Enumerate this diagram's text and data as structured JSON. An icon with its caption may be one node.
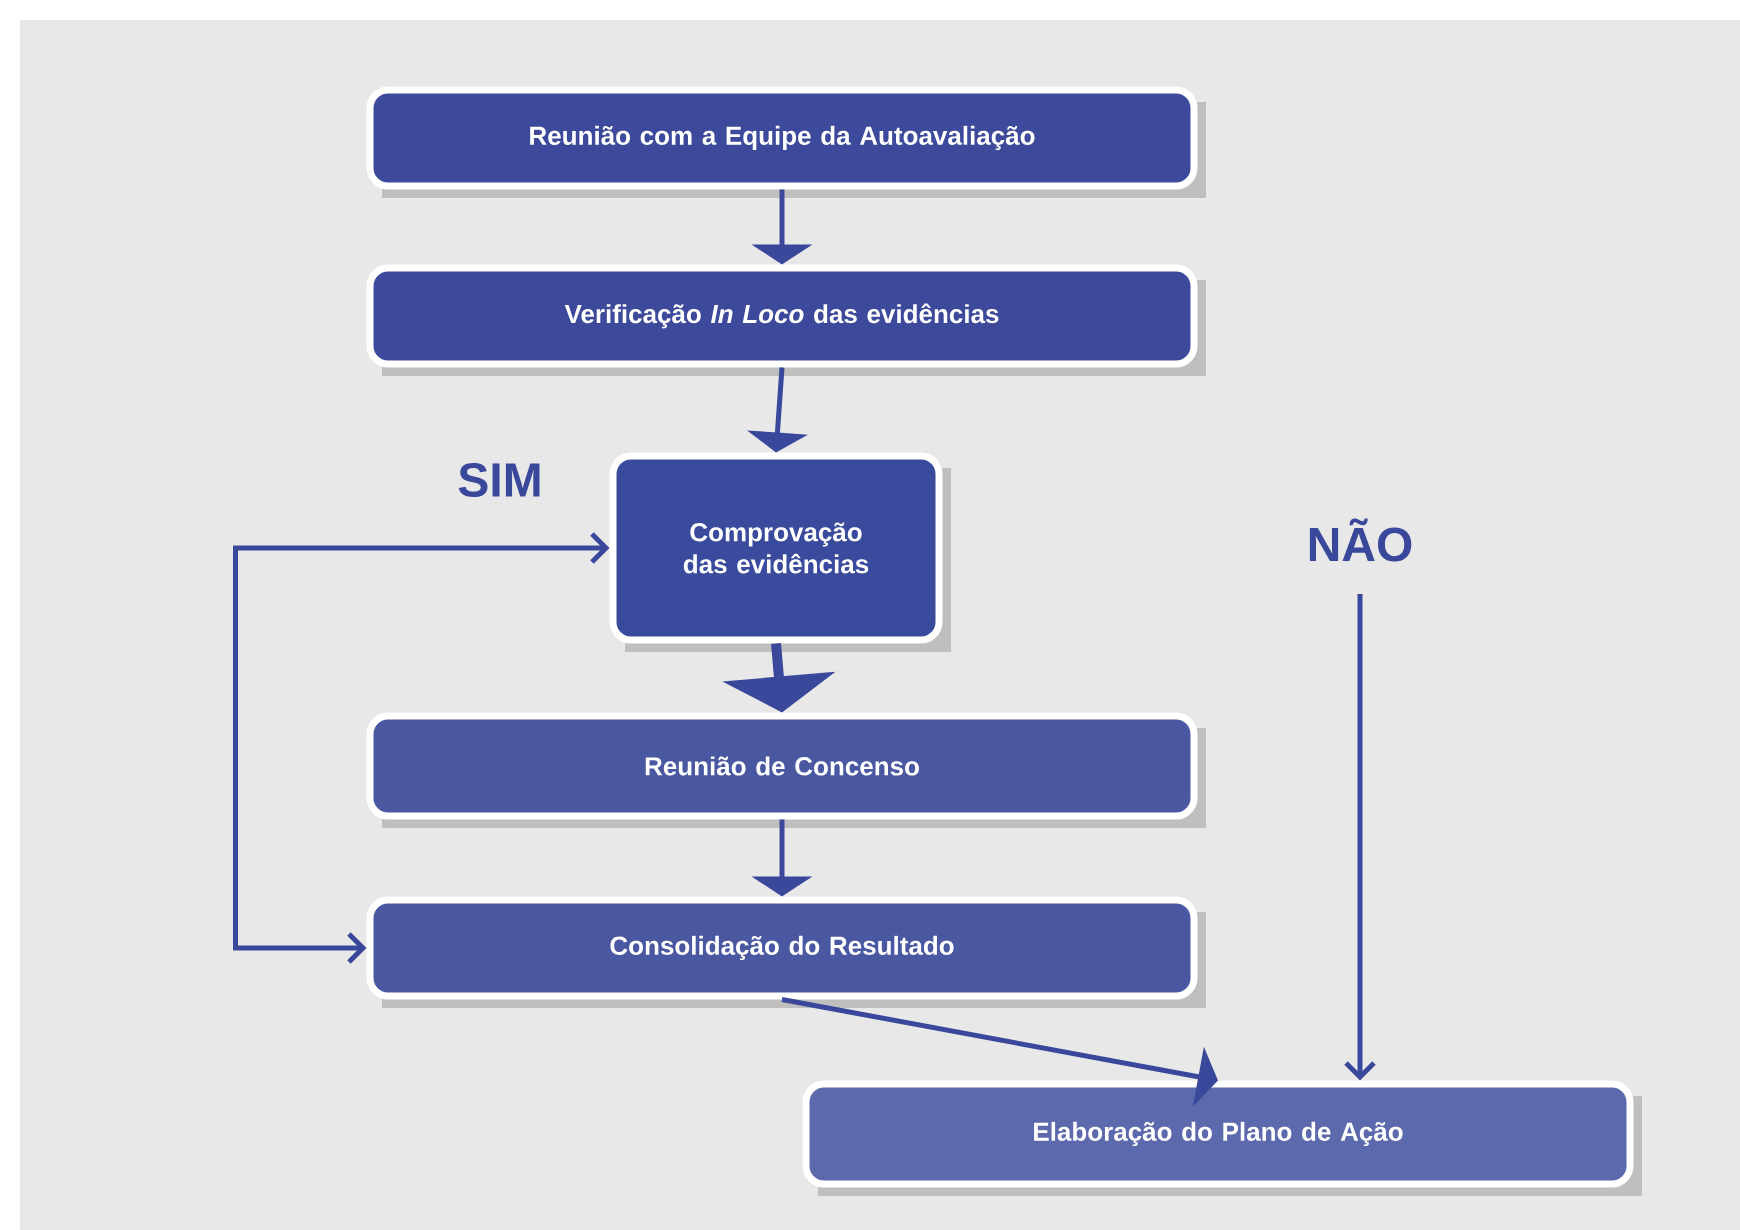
{
  "diagram": {
    "nodes": [
      {
        "text": [
          "Reunião com a Equipe da Autoavaliação"
        ]
      },
      {
        "text": [
          "Verificação *In Loco* das evidências"
        ]
      },
      {
        "text": [
          "Comprovação das evidências"
        ]
      },
      {
        "text": [
          "Reunião de Concenso"
        ]
      },
      {
        "text": [
          "Consolidação do Resultado"
        ]
      },
      {
        "text": [
          "Elaboração do Plano de Ação"
        ]
      }
    ],
    "edges": [
      {
        "from": 0,
        "to": 1,
        "arrow": "to"
      },
      {
        "from": 1,
        "to": 2,
        "arrow": "to"
      },
      {
        "from": 2,
        "to": 3,
        "arrow": "to",
        "style": "thick"
      },
      {
        "from": 3,
        "to": 4,
        "arrow": "to"
      },
      {
        "from": 4,
        "to": 5,
        "arrow": "to"
      },
      {
        "from": 2,
        "to": 4,
        "arrow": "both",
        "label": "SIM"
      },
      {
        "from": null,
        "to": 5,
        "arrow": "to",
        "label": "NÃO"
      }
    ]
  }
}
